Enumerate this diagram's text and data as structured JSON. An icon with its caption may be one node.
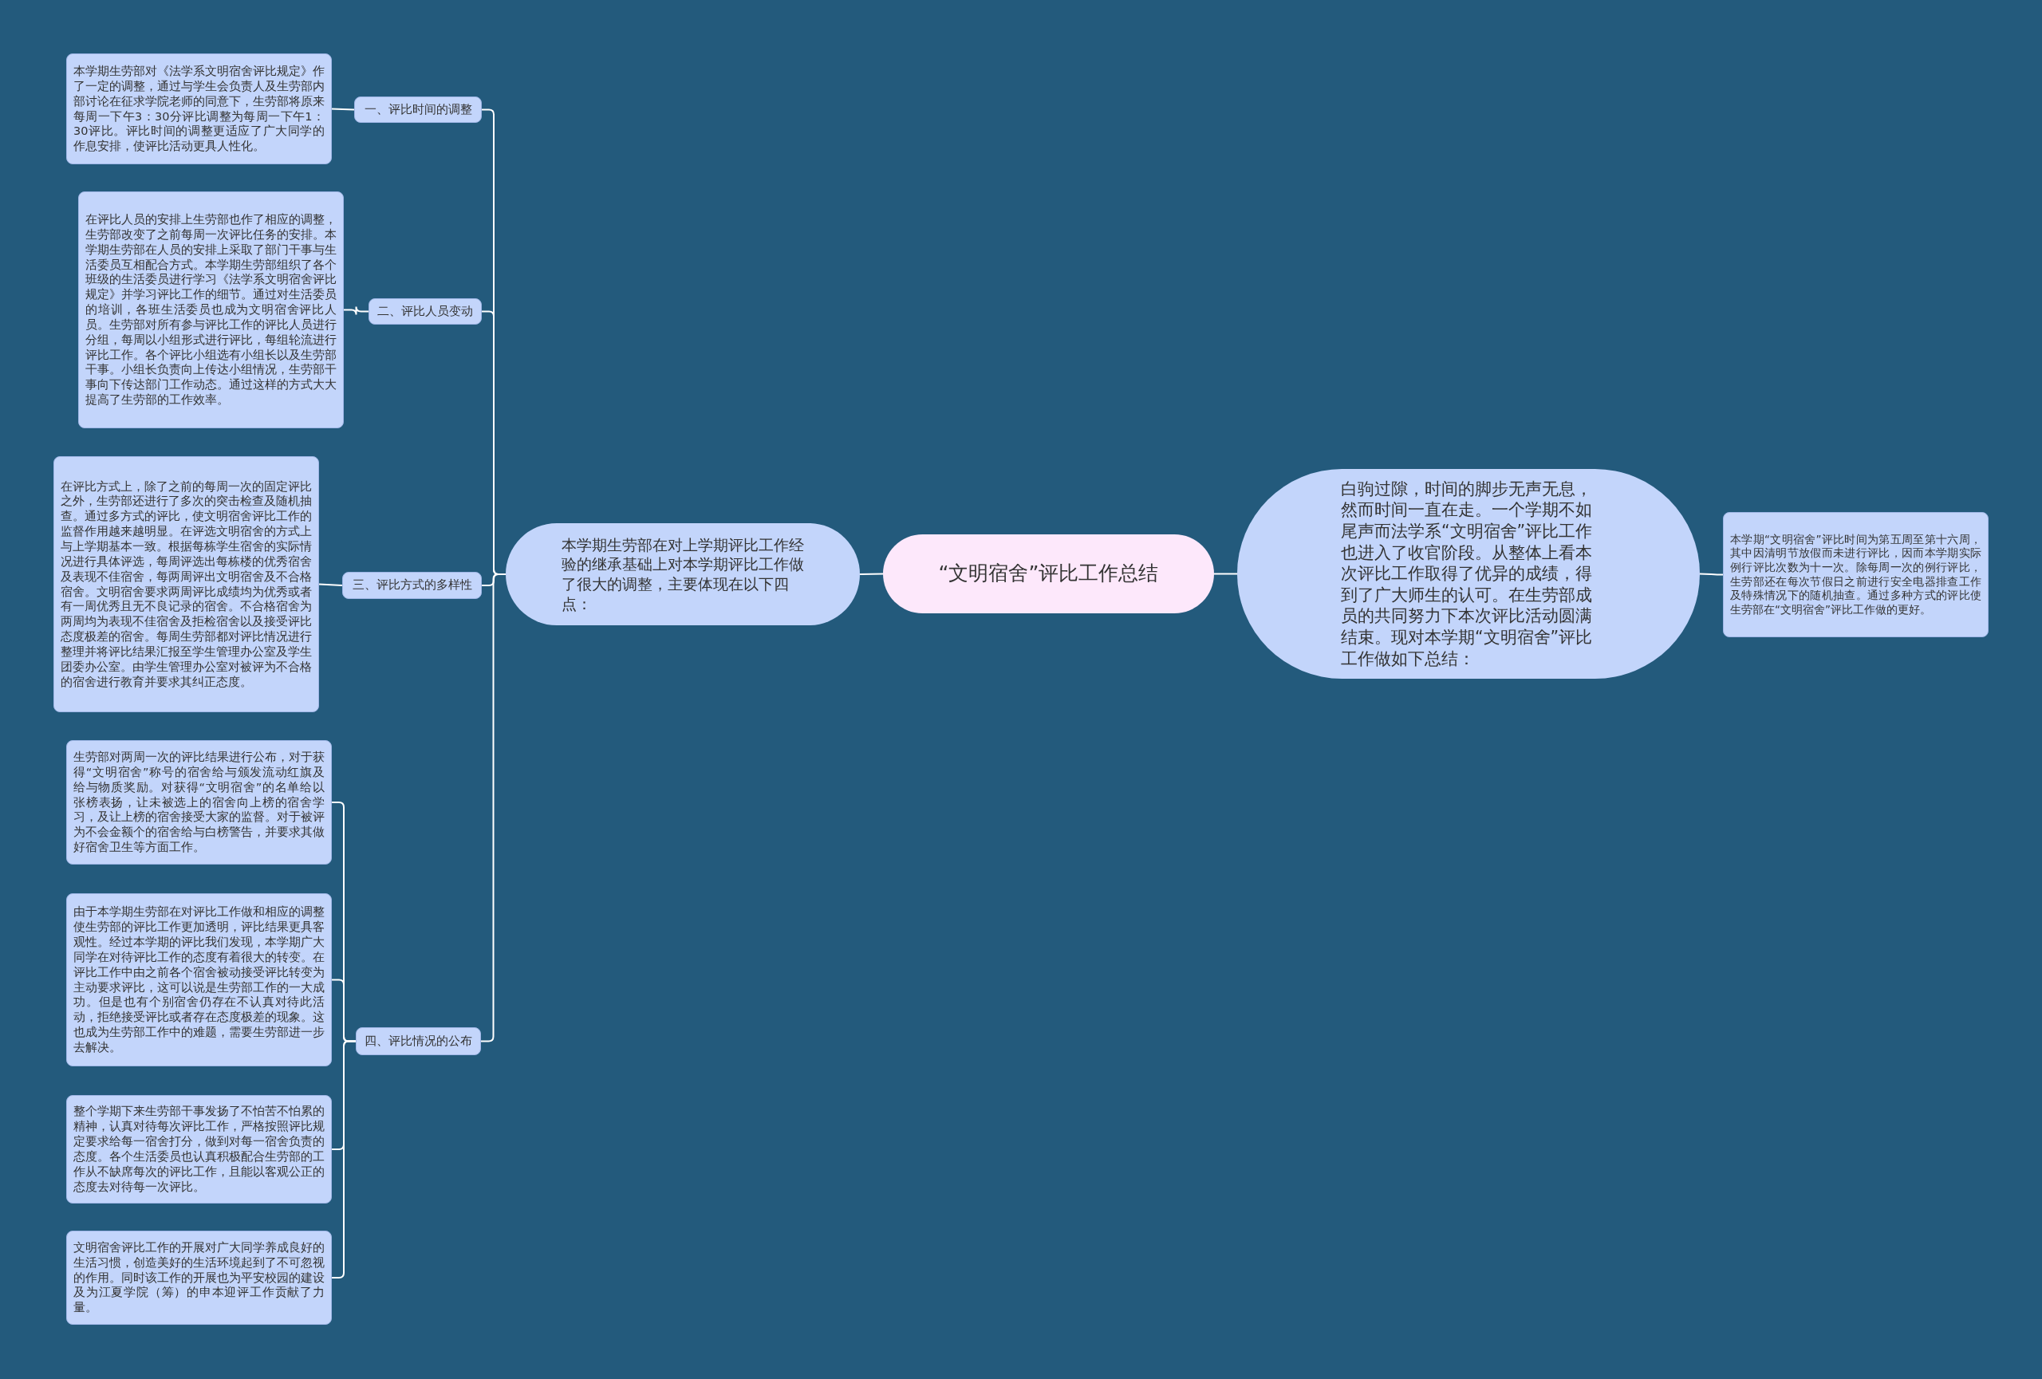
{
  "diagram": {
    "nodes": [
      {
        "text": [
          "“文明宿舍”评比工作总结"
        ]
      },
      {
        "text": [
          "本学期生劳部在对上学期评比工作经验的继承基础上对本学期评比工作做了很大的调整，主要体现在以下四点："
        ]
      },
      {
        "text": [
          "白驹过隙，时间的脚步无声无息，然而时间一直在走。一个学期不如尾声而法学系“文明宿舍”评比工作也进入了收官阶段。从整体上看本次评比工作取得了优异的成绩，得到了广大师生的认可。在生劳部成员的共同努力下本次评比活动圆满结束。现对本学期“文明宿舍”评比工作做如下总结："
        ]
      },
      {
        "text": [
          "本学期“文明宿舍”评比时间为第五周至第十六周，其中因清明节放假而未进行评比，因而本学期实际例行评比次数为十一次。除每周一次的例行评比，生劳部还在每次节假日之前进行安全电器排查工作及特殊情况下的随机抽查。通过多种方式的评比使生劳部在“文明宿舍”评比工作做的更好。"
        ]
      },
      {
        "text": [
          "一、评比时间的调整"
        ]
      },
      {
        "text": [
          "本学期生劳部对《法学系文明宿舍评比规定》作了一定的调整，通过与学生会负责人及生劳部内部讨论在征求学院老师的同意下，生劳部将原来每周一下午3：30分评比调整为每周一下午1：30评比。评比时间的调整更适应了广大同学的作息安排，使评比活动更具人性化。"
        ]
      },
      {
        "text": [
          "二、评比人员变动"
        ]
      },
      {
        "text": [
          "在评比人员的安排上生劳部也作了相应的调整，生劳部改变了之前每周一次评比任务的安排。本学期生劳部在人员的安排上采取了部门干事与生活委员互相配合方式。本学期生劳部组织了各个班级的生活委员进行学习《法学系文明宿舍评比规定》并学习评比工作的细节。通过对生活委员的培训，各班生活委员也成为文明宿舍评比人员。生劳部对所有参与评比工作的评比人员进行分组，每周以小组形式进行评比，每组轮流进行评比工作。各个评比小组选有小组长以及生劳部干事。小组长负责向上传达小组情况，生劳部干事向下传达部门工作动态。通过这样的方式大大提高了生劳部的工作效率。"
        ]
      },
      {
        "text": [
          "三、评比方式的多样性"
        ]
      },
      {
        "text": [
          "在评比方式上，除了之前的每周一次的固定评比之外，生劳部还进行了多次的突击检查及随机抽查。通过多方式的评比，使文明宿舍评比工作的监督作用越来越明显。在评选文明宿舍的方式上与上学期基本一致。根据每栋学生宿舍的实际情况进行具体评选，每周评选出每栋楼的优秀宿舍及表现不佳宿舍，每两周评出文明宿舍及不合格宿舍。文明宿舍要求两周评比成绩均为优秀或者有一周优秀且无不良记录的宿舍。不合格宿舍为两周均为表现不佳宿舍及拒检宿舍以及接受评比态度极差的宿舍。每周生劳部都对评比情况进行整理并将评比结果汇报至学生管理办公室及学生团委办公室。由学生管理办公室对被评为不合格的宿舍进行教育并要求其纠正态度。"
        ]
      },
      {
        "text": [
          "四、评比情况的公布"
        ]
      },
      {
        "text": [
          "生劳部对两周一次的评比结果进行公布，对于获得“文明宿舍”称号的宿舍给与颁发流动红旗及给与物质奖励。对获得“文明宿舍”的名单给以张榜表扬，让未被选上的宿舍向上榜的宿舍学习，及让上榜的宿舍接受大家的监督。对于被评为不会金额个的宿舍给与白榜警告，并要求其做好宿舍卫生等方面工作。"
        ]
      },
      {
        "text": [
          "由于本学期生劳部在对评比工作做和相应的调整使生劳部的评比工作更加透明，评比结果更具客观性。经过本学期的评比我们发现，本学期广大同学在对待评比工作的态度有着很大的转变。在评比工作中由之前各个宿舍被动接受评比转变为主动要求评比，这可以说是生劳部工作的一大成功。但是也有个别宿舍仍存在不认真对待此活动，拒绝接受评比或者存在态度极差的现象。这也成为生劳部工作中的难题，需要生劳部进一步去解决。"
        ]
      },
      {
        "text": [
          "整个学期下来生劳部干事发扬了不怕苦不怕累的精神，认真对待每次评比工作，严格按照评比规定要求给每一宿舍打分，做到对每一宿舍负责的态度。各个生活委员也认真积极配合生劳部的工作从不缺席每次的评比工作，且能以客观公正的态度去对待每一次评比。"
        ]
      },
      {
        "text": [
          "文明宿舍评比工作的开展对广大同学养成良好的生活习惯，创造美好的生活环境起到了不可忽视的作用。同时该工作的开展也为平安校园的建设及为江夏学院（筹）的申本迎评工作贡献了力量。"
        ]
      }
    ],
    "edges": [
      {
        "from": 0,
        "to": 1,
        "arrow": "none"
      },
      {
        "from": 0,
        "to": 2,
        "arrow": "none"
      },
      {
        "from": 2,
        "to": 3,
        "arrow": "none"
      },
      {
        "from": 1,
        "to": 4,
        "arrow": "none"
      },
      {
        "from": 1,
        "to": 6,
        "arrow": "none"
      },
      {
        "from": 1,
        "to": 8,
        "arrow": "none"
      },
      {
        "from": 1,
        "to": 10,
        "arrow": "none"
      },
      {
        "from": 4,
        "to": 5,
        "arrow": "none"
      },
      {
        "from": 6,
        "to": 7,
        "arrow": "none"
      },
      {
        "from": 8,
        "to": 9,
        "arrow": "none"
      },
      {
        "from": 10,
        "to": 11,
        "arrow": "none"
      },
      {
        "from": 10,
        "to": 12,
        "arrow": "none"
      },
      {
        "from": 10,
        "to": 13,
        "arrow": "none"
      },
      {
        "from": 10,
        "to": 14,
        "arrow": "none"
      }
    ]
  }
}
